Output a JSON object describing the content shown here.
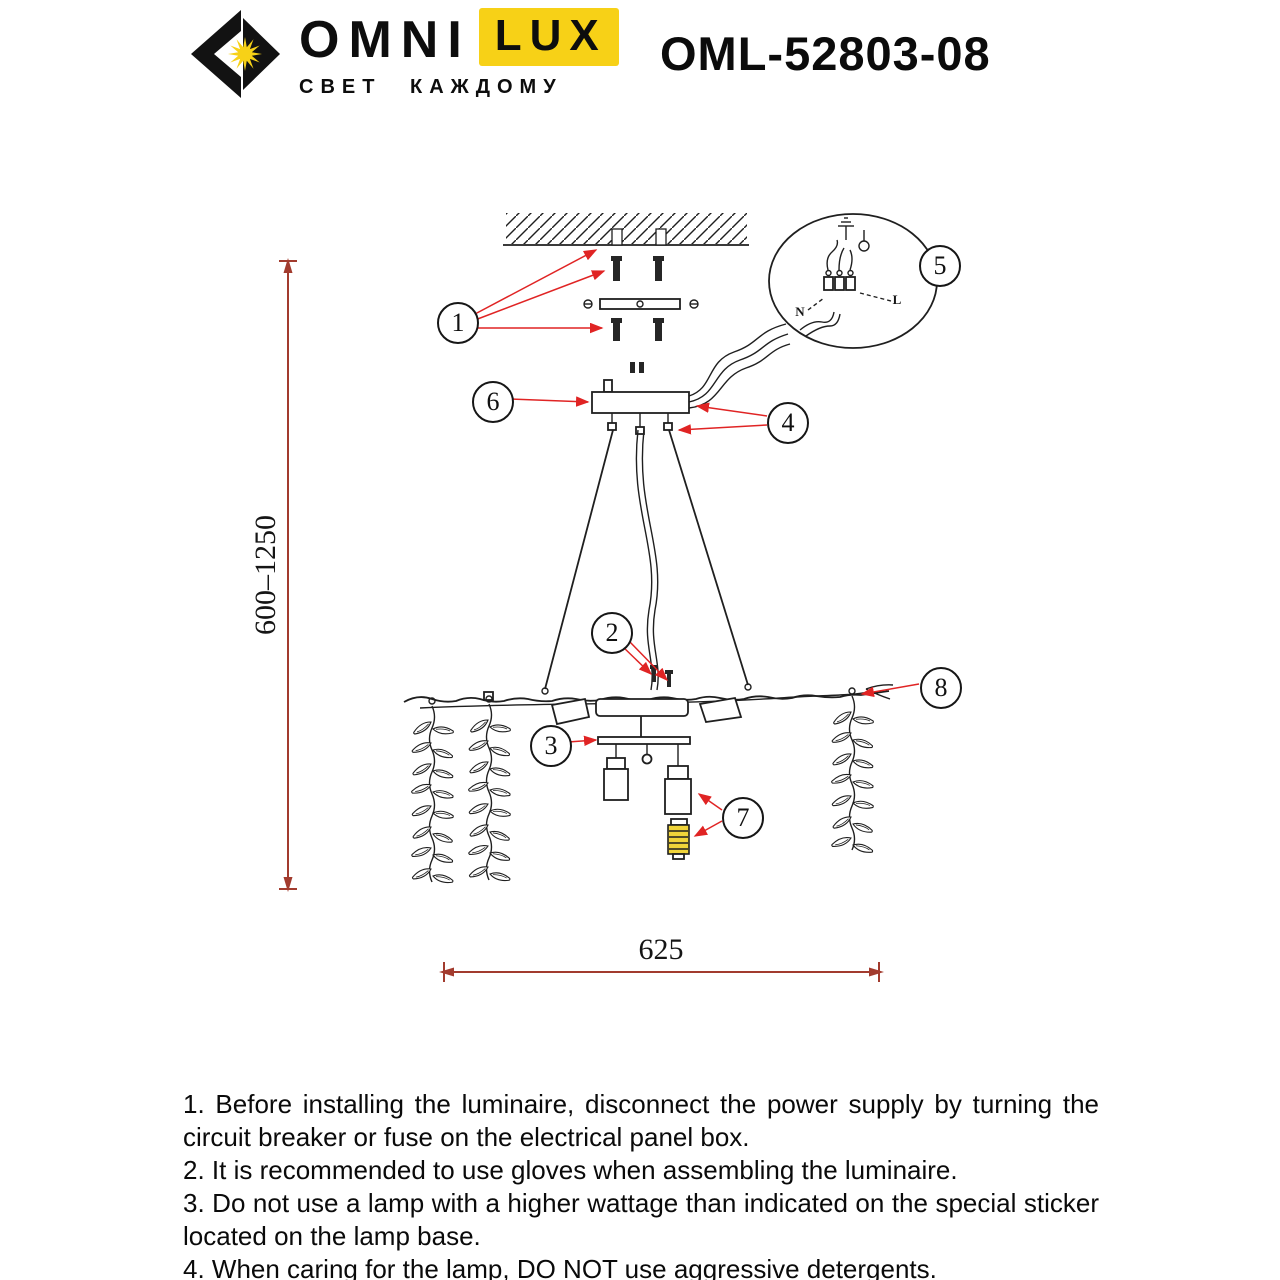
{
  "header": {
    "brand_omni": "OMNI",
    "brand_lux": "LUX",
    "tagline": "СВЕТ КАЖДОМУ",
    "model": "OML-52803-08"
  },
  "diagram": {
    "callouts": [
      {
        "label": "1"
      },
      {
        "label": "2"
      },
      {
        "label": "3"
      },
      {
        "label": "4"
      },
      {
        "label": "5"
      },
      {
        "label": "6"
      },
      {
        "label": "7"
      },
      {
        "label": "8"
      }
    ],
    "height_range": "600–1250",
    "width": "625",
    "wire_labels": {
      "n": "N",
      "l": "L"
    },
    "colors": {
      "line_black": "#1f1f1f",
      "callout_arrow_red": "#e02424",
      "dimension_red": "#a23b2e",
      "brand_yellow": "#f7d117",
      "bulb_yellow": "#f0d43a"
    }
  },
  "instructions": [
    "1. Before installing the luminaire, disconnect the power supply by turning the circuit breaker or fuse on the electrical panel box.",
    "2. It is recommended to use gloves when assembling the luminaire.",
    "3. Do not use a lamp with a higher wattage than indicated on the special sticker located on the lamp base.",
    "4. When caring for the lamp, DO NOT use aggressive detergents."
  ]
}
